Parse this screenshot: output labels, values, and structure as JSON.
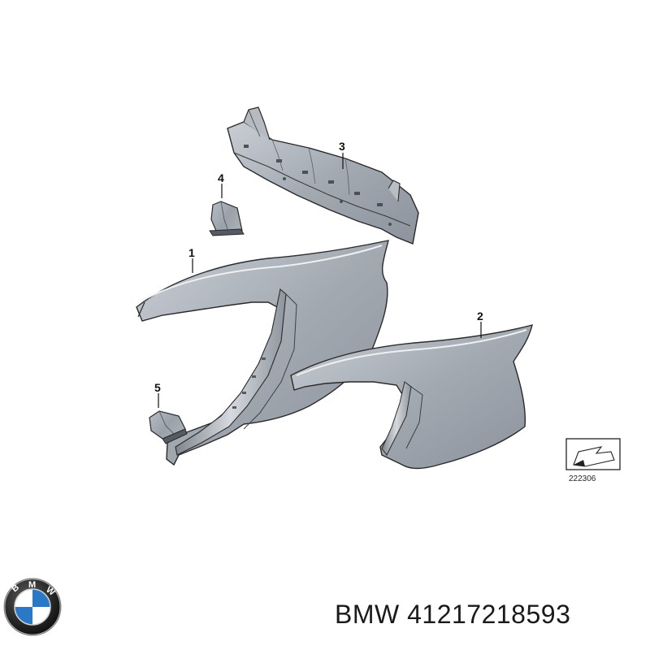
{
  "diagram": {
    "callouts": {
      "p1": "1",
      "p2": "2",
      "p3": "3",
      "p4": "4",
      "p5": "5"
    },
    "reference_number": "222306"
  },
  "logo": {
    "ring_letters": [
      "B",
      "M",
      "W"
    ],
    "colors": {
      "blue": "#2b78c6",
      "white": "#ffffff",
      "ring": "#1c1c1c"
    }
  },
  "caption": {
    "brand": "BMW",
    "part_number": "41217218593"
  },
  "colors": {
    "panel_fill": "#9aa1a9",
    "panel_light": "#c7ccd2",
    "outline": "#2a2a2a"
  }
}
